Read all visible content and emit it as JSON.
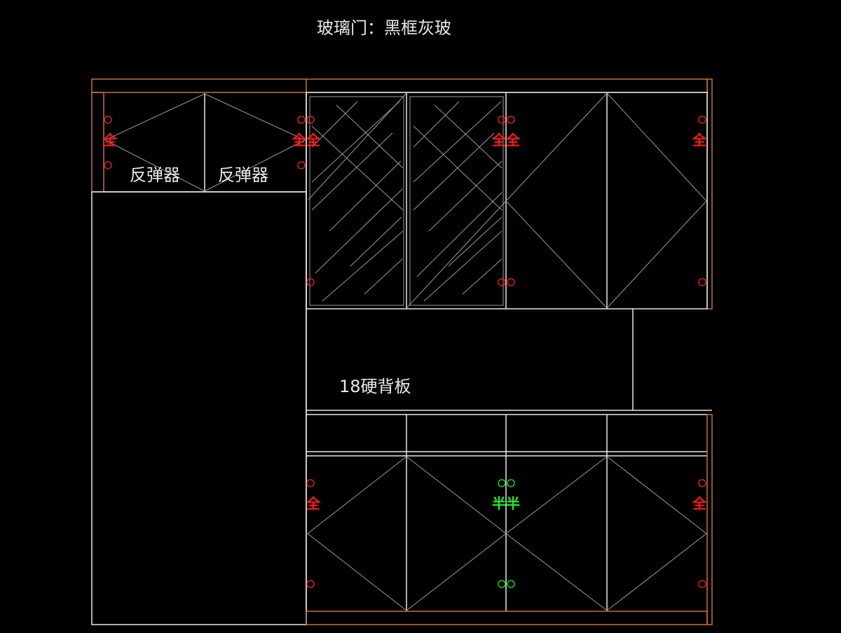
{
  "title": "玻璃门：黑框灰玻",
  "labels": {
    "flap_left": "反弹器",
    "flap_right": "反弹器",
    "back_panel": "18硬背板"
  },
  "hinge_marks": {
    "full": "全",
    "half": "半"
  },
  "colors": {
    "background": "#000000",
    "line": "#e8e8e8",
    "frame": "#c8732a",
    "full_hinge": "#ff1a1a",
    "half_hinge": "#22ee22"
  }
}
